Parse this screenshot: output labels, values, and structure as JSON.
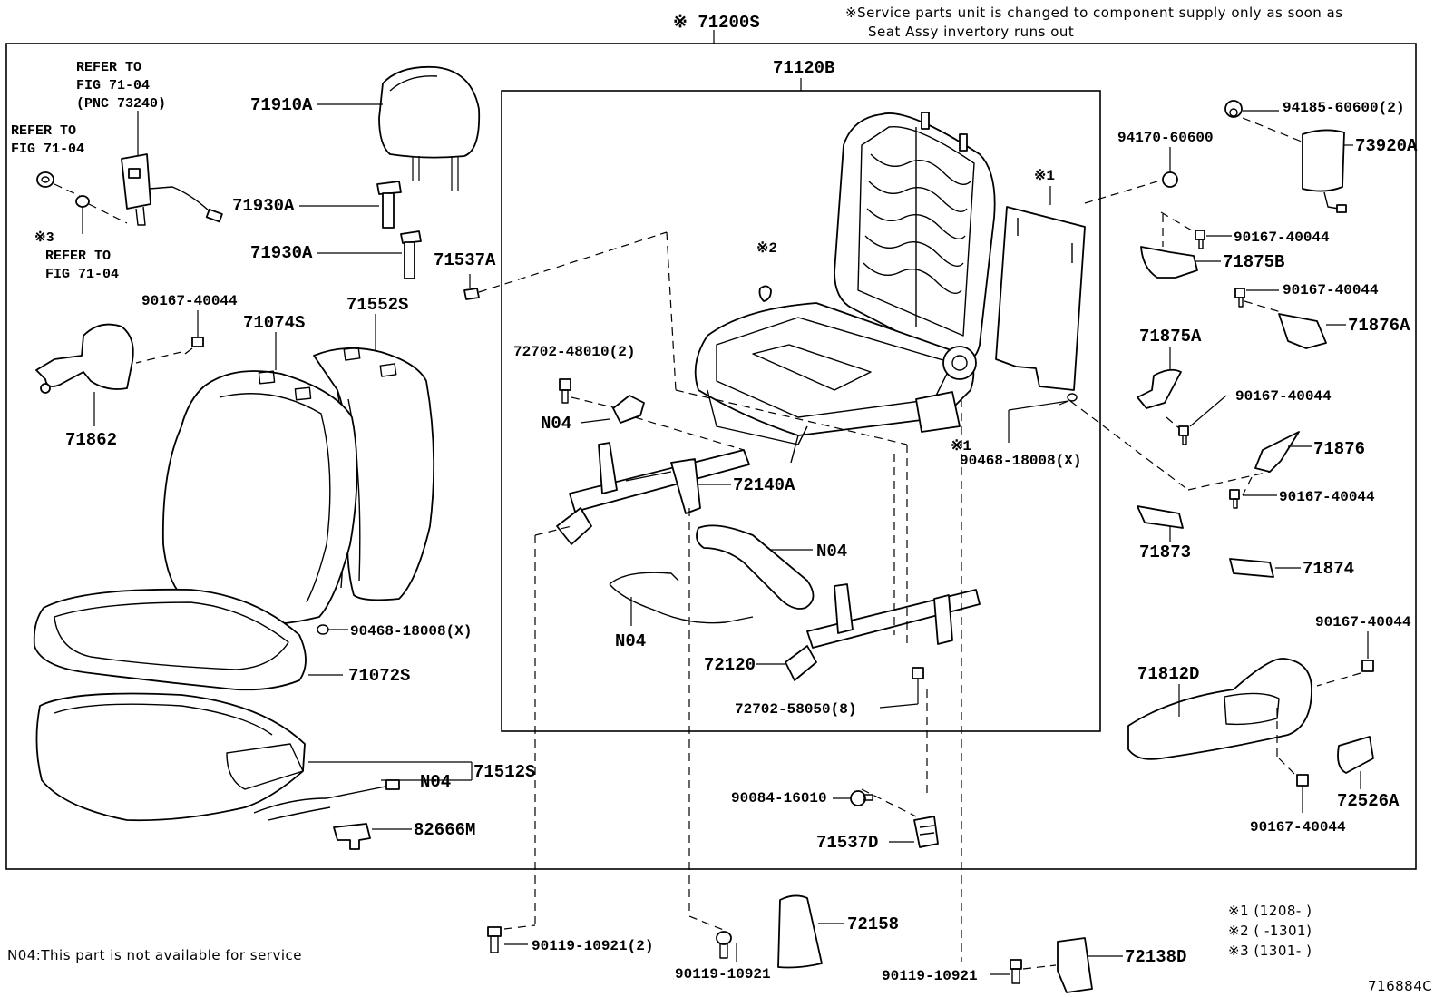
{
  "header": {
    "assembly_label": "※ 71200S",
    "service_note_line1": "※Service parts unit is changed to component supply only as soon as",
    "service_note_line2": "Seat Assy invertory runs out"
  },
  "frame_group_label": "71120B",
  "refer_notes": {
    "top": [
      "REFER TO",
      "FIG 71-04",
      "(PNC 73240)"
    ],
    "left": [
      "REFER TO",
      "FIG 71-04"
    ],
    "bottom_mark": "※3",
    "bottom": [
      "REFER TO",
      "FIG 71-04"
    ]
  },
  "marks": {
    "m1_frame": "※1",
    "m2": "※2",
    "m1_ring": "※1"
  },
  "parts": {
    "p71910A": "71910A",
    "p71930A_1": "71930A",
    "p71930A_2": "71930A",
    "p71537A": "71537A",
    "p90167_a": "90167-40044",
    "p71074S": "71074S",
    "p71552S": "71552S",
    "p71862": "71862",
    "p90468_a": "90468-18008(X)",
    "p71072S": "71072S",
    "pN04_a": "N04",
    "p71512S": "71512S",
    "p82666M": "82666M",
    "p72702_48010": "72702-48010(2)",
    "pN04_b": "N04",
    "p72140A": "72140A",
    "pN04_c": "N04",
    "pN04_d": "N04",
    "p72120": "72120",
    "p72702_58050": "72702-58050(8)",
    "p90084": "90084-16010",
    "p71537D": "71537D",
    "p90468_b": "90468-18008(X)",
    "p94170": "94170-60600",
    "p94185": "94185-60600(2)",
    "p73920A": "73920A",
    "p90167_b": "90167-40044",
    "p71875B": "71875B",
    "p90167_c": "90167-40044",
    "p71876A": "71876A",
    "p71875A": "71875A",
    "p90167_d": "90167-40044",
    "p71876": "71876",
    "p90167_e": "90167-40044",
    "p71873": "71873",
    "p71874": "71874",
    "p90167_f": "90167-40044",
    "p71812D": "71812D",
    "p72526A": "72526A",
    "p90167_g": "90167-40044",
    "p90119_a": "90119-10921(2)",
    "p72158": "72158",
    "p90119_b": "90119-10921",
    "p90119_c": "90119-10921",
    "p72138D": "72138D"
  },
  "footnotes": {
    "n04_note": "N04:This part is not available for service",
    "r1": "※1 (1208-     )",
    "r2": "※2 (     -1301)",
    "r3": "※3 (1301-     )",
    "figure_id": "716884C"
  }
}
